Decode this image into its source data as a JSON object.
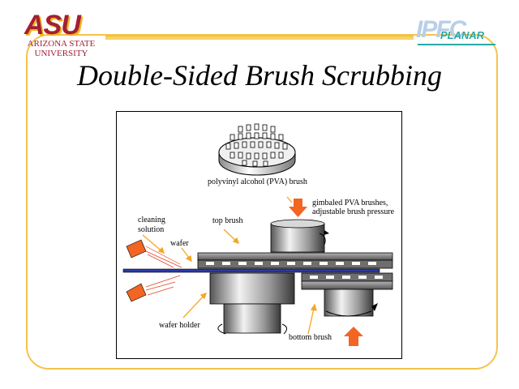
{
  "slide": {
    "title": "Double-Sided Brush Scrubbing"
  },
  "logos": {
    "asu_letters": "ASU",
    "asu_line1": "ARIZONA STATE",
    "asu_line2": "UNIVERSITY",
    "ipfc_letters": "IPFC",
    "ipfc_sub": "PLANAR"
  },
  "diagram": {
    "labels": {
      "pva_brush": "polyvinyl alcohol (PVA) brush",
      "gimbaled_line1": "gimbaled PVA brushes,",
      "gimbaled_line2": "adjustable brush pressure",
      "cleaning_line1": "cleaning",
      "cleaning_line2": "solution",
      "top_brush": "top brush",
      "wafer": "wafer",
      "wafer_holder": "wafer holder",
      "bottom_brush": "bottom brush"
    }
  },
  "colors": {
    "frame": "#f5c34a",
    "asu_maroon": "#a31f34",
    "asu_gold": "#f2b51e",
    "arrow_orange": "#f26522",
    "wafer_blue": "#2b3aa8",
    "pointer_gold": "#f5a623"
  }
}
